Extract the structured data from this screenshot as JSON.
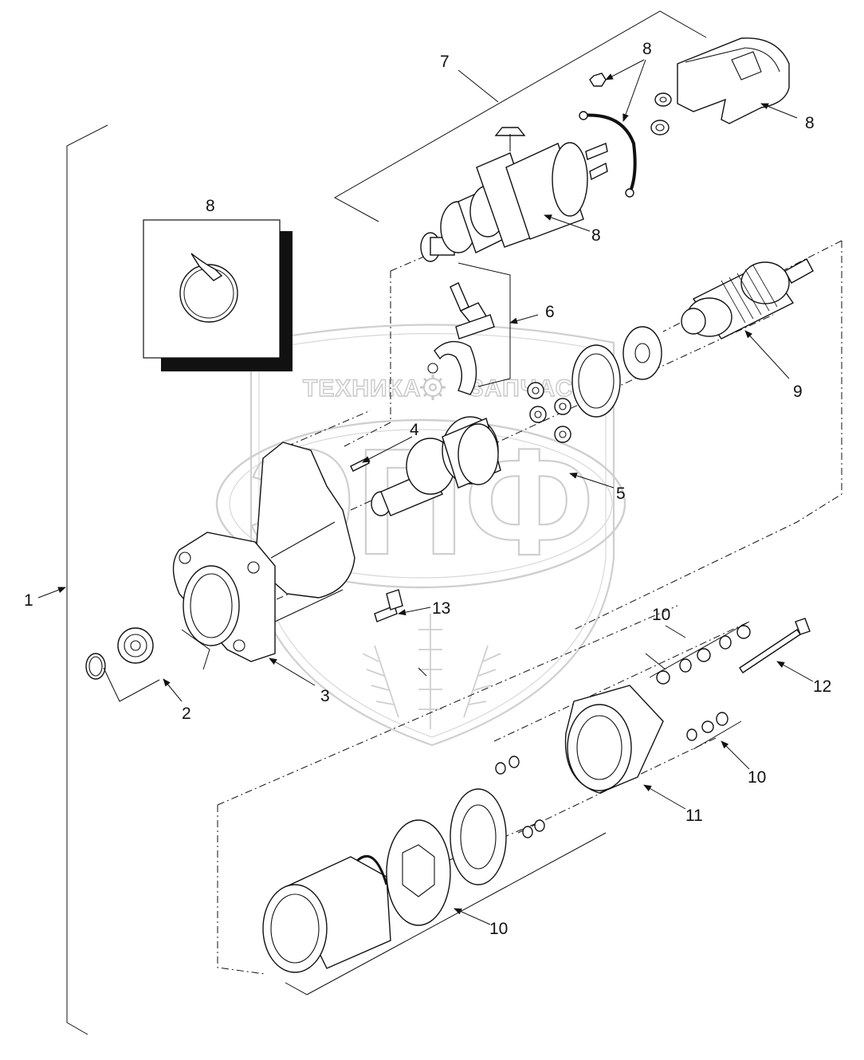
{
  "watermark": {
    "left_word": "ТЕХНИКА",
    "right_word": "ЗАПЧАСТИ",
    "monogram": "ЭПФ",
    "colors": {
      "outline": "#c8c8c8"
    },
    "icon": "gear-icon"
  },
  "callouts": [
    {
      "id": "c1",
      "text": "1"
    },
    {
      "id": "c2",
      "text": "2"
    },
    {
      "id": "c3",
      "text": "3"
    },
    {
      "id": "c4",
      "text": "4"
    },
    {
      "id": "c5",
      "text": "5"
    },
    {
      "id": "c6",
      "text": "6"
    },
    {
      "id": "c7",
      "text": "7"
    },
    {
      "id": "c8a",
      "text": "8"
    },
    {
      "id": "c8b",
      "text": "8"
    },
    {
      "id": "c8c",
      "text": "8"
    },
    {
      "id": "c8d",
      "text": "8"
    },
    {
      "id": "c9",
      "text": "9"
    },
    {
      "id": "c10a",
      "text": "10"
    },
    {
      "id": "c10b",
      "text": "10"
    },
    {
      "id": "c10c",
      "text": "10"
    },
    {
      "id": "c11",
      "text": "11"
    },
    {
      "id": "c12",
      "text": "12"
    },
    {
      "id": "c13",
      "text": "13"
    }
  ],
  "colors": {
    "ink": "#111111",
    "paper": "#ffffff",
    "inset_shadow": "#111111"
  }
}
